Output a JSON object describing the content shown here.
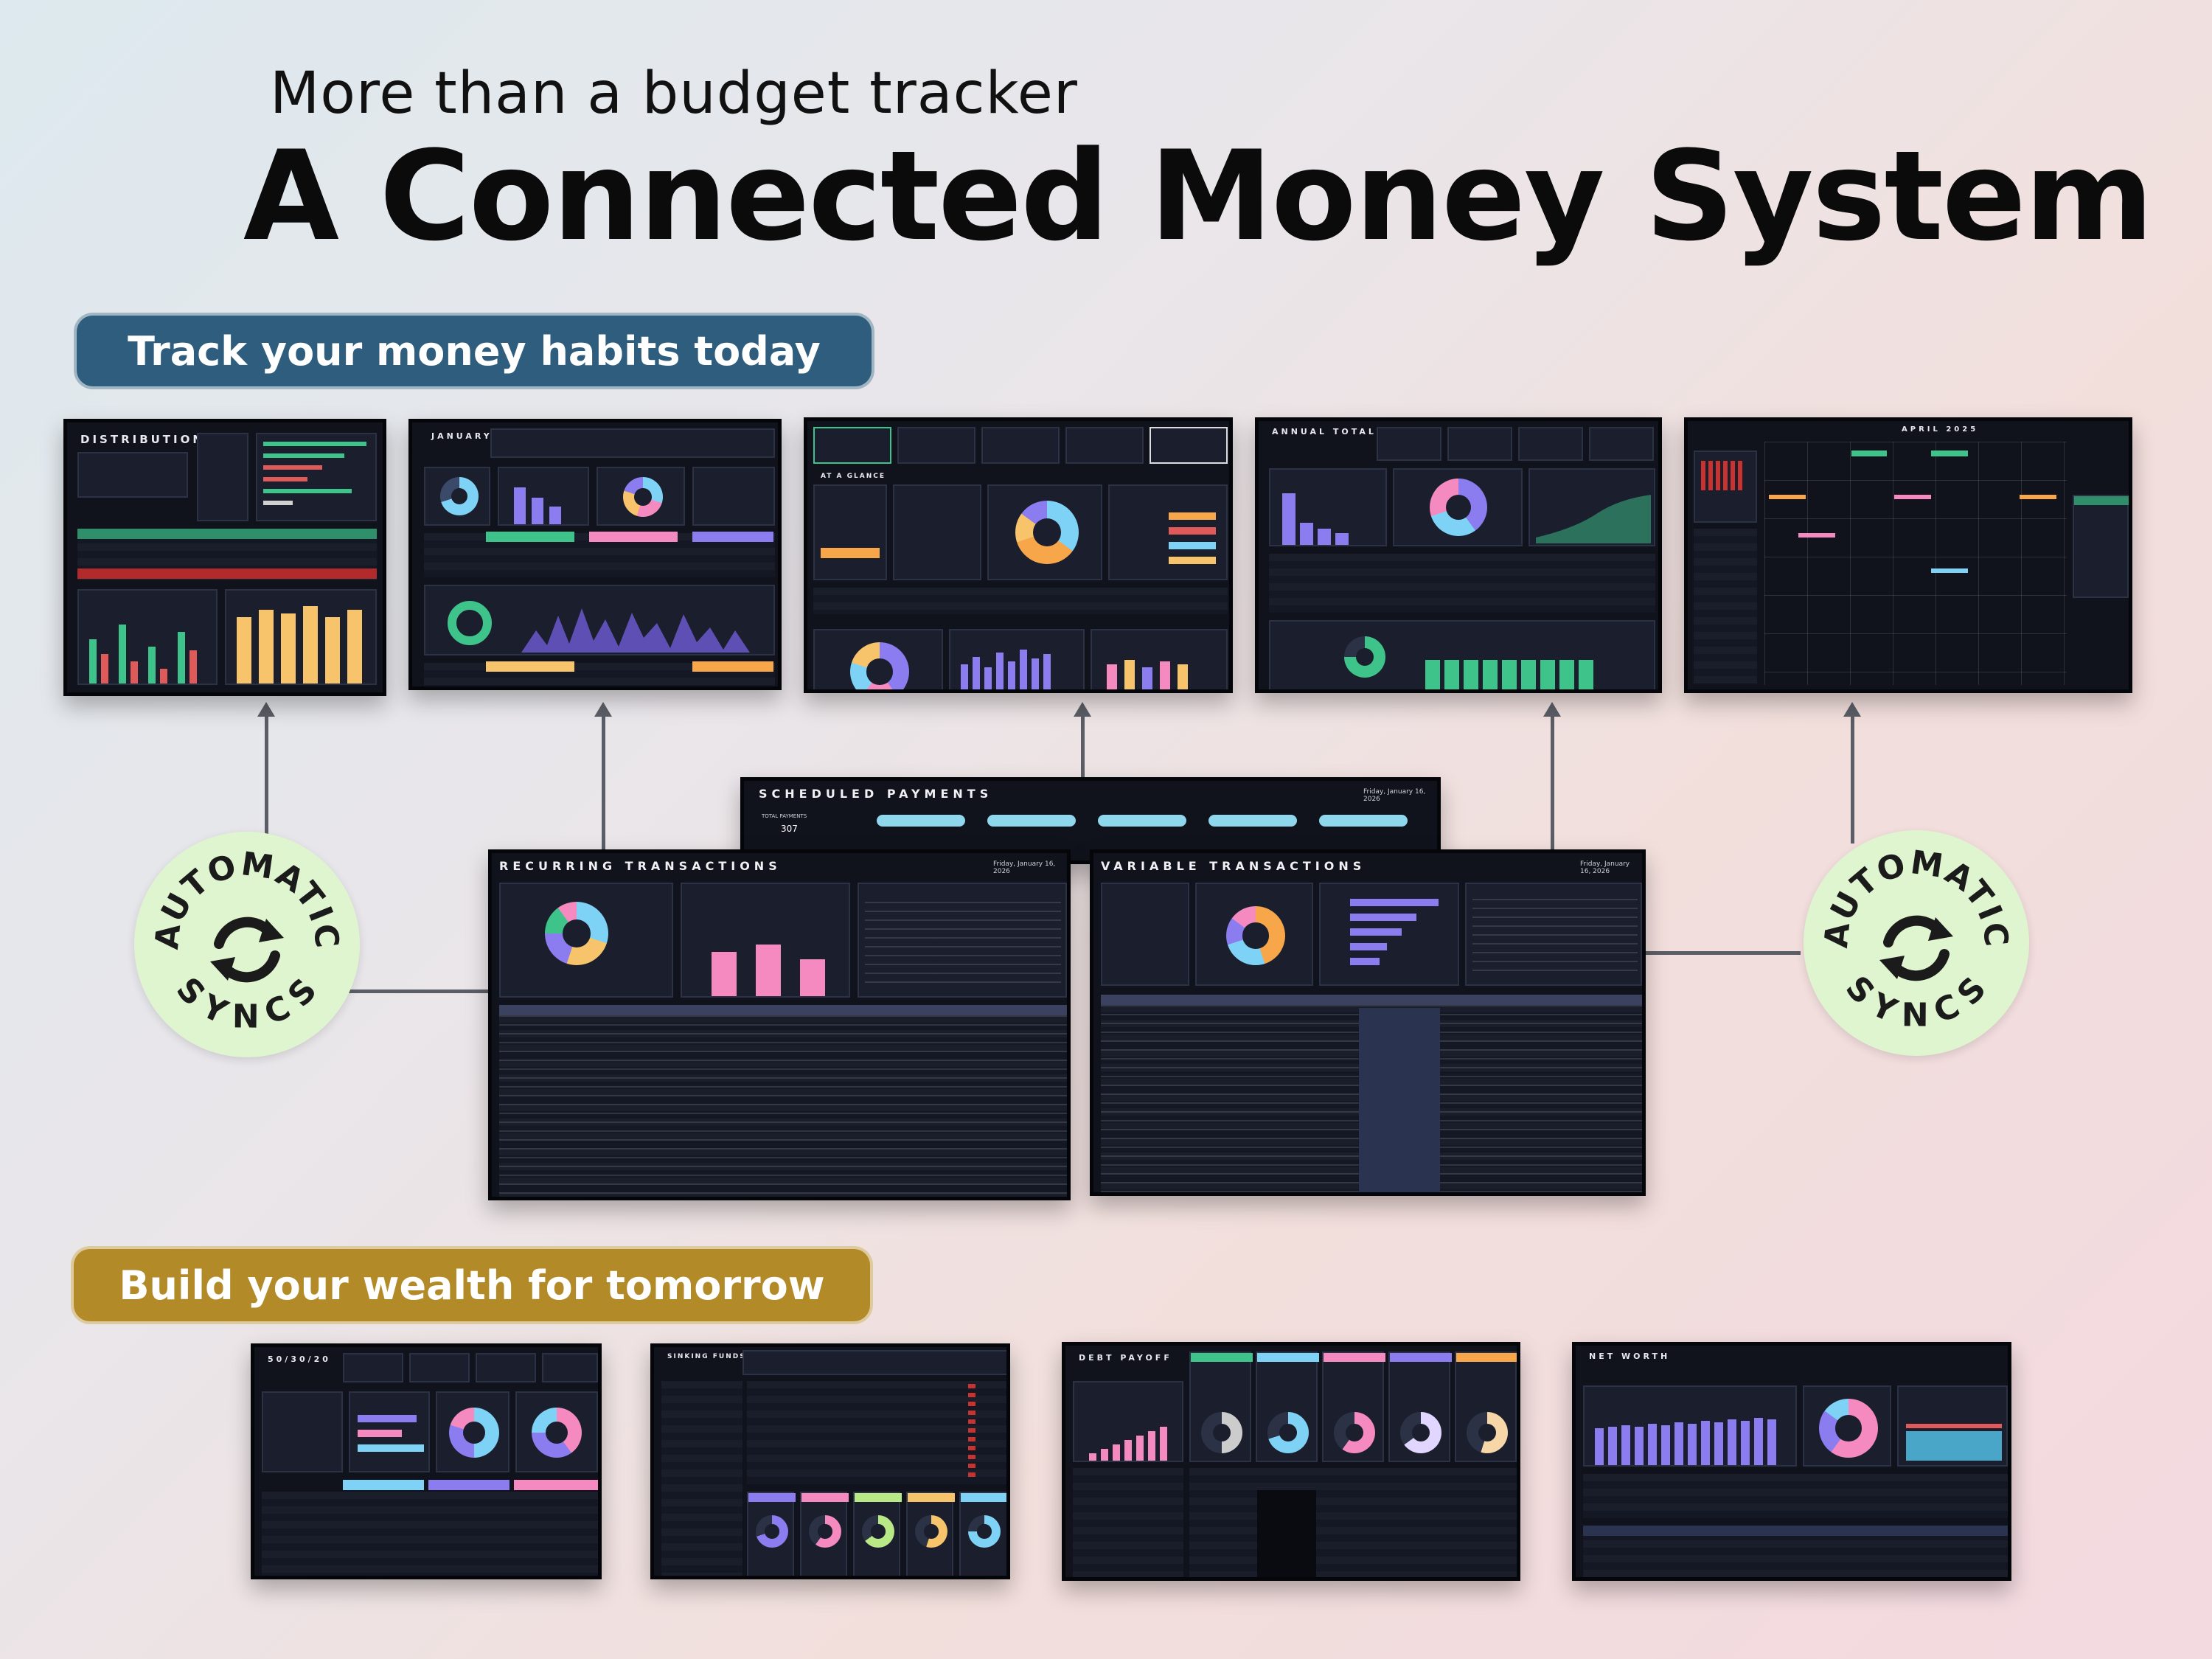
{
  "header": {
    "subtitle": "More than a budget tracker",
    "title": "A Connected Money System"
  },
  "sections": {
    "track": "Track your money habits today",
    "build": "Build your wealth for tomorrow"
  },
  "badges": [
    {
      "top": "AUTOMATIC",
      "bottom": "SYNCS"
    },
    {
      "top": "AUTOMATIC",
      "bottom": "SYNCS"
    }
  ],
  "top_panels": [
    {
      "title": "DISTRIBUTION"
    },
    {
      "title": "JANUARY"
    },
    {
      "title": "AT A GLANCE"
    },
    {
      "title": "ANNUAL TOTALS"
    },
    {
      "title": "APRIL 2025"
    }
  ],
  "center_panels": {
    "scheduled": {
      "title": "SCHEDULED PAYMENTS",
      "date": "Friday, January 16, 2026",
      "total_label": "TOTAL PAYMENTS",
      "total_value": "307"
    },
    "recurring": {
      "title": "RECURRING TRANSACTIONS",
      "date": "Friday, January 16, 2026"
    },
    "variable": {
      "title": "VARIABLE TRANSACTIONS",
      "date": "Friday, January 16, 2026"
    }
  },
  "bottom_panels": [
    {
      "title": "50/30/20"
    },
    {
      "title": "SINKING FUNDS"
    },
    {
      "title": "DEBT PAYOFF"
    },
    {
      "title": "NET WORTH"
    }
  ],
  "colors": {
    "pill_track": "#2e5d7d",
    "pill_build": "#b38a28",
    "badge_bg": "#dff5cf",
    "panel_bg": "#11131c"
  },
  "icons": [
    "sync-arrows-icon"
  ]
}
